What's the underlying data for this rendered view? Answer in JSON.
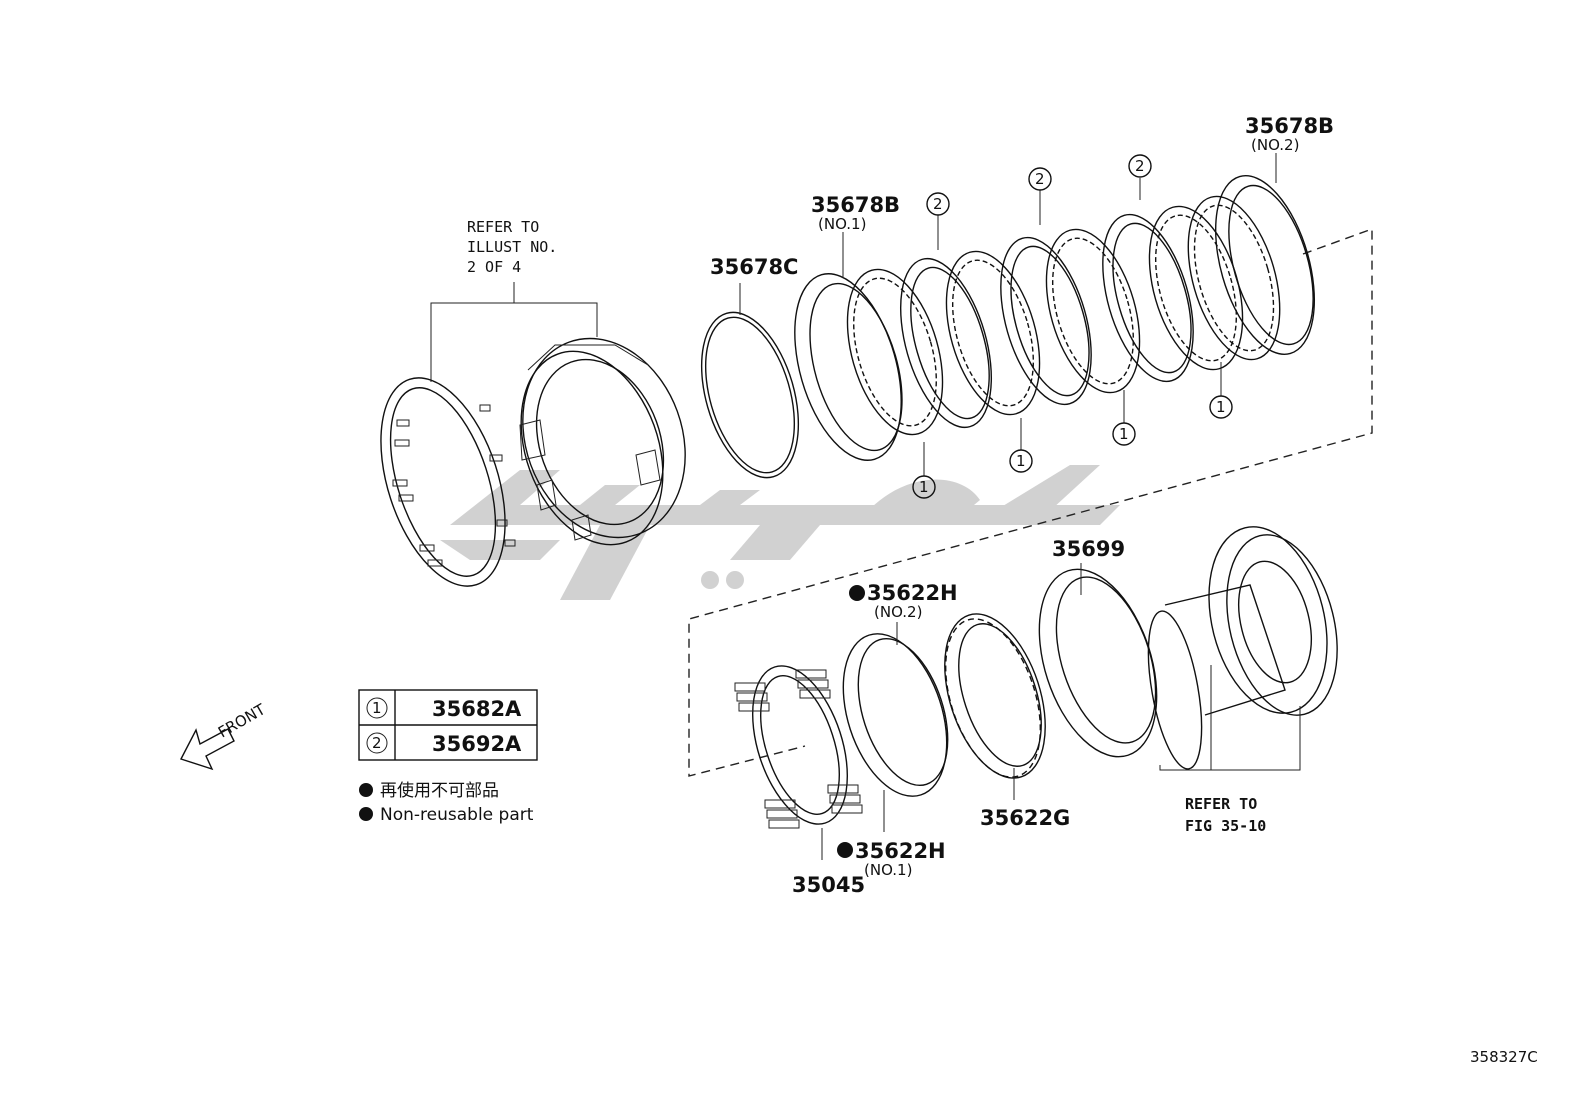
{
  "labels": {
    "refer_top": [
      "REFER TO",
      "ILLUST NO.",
      "2 OF 4"
    ],
    "refer_bottom": [
      "REFER TO",
      "FIG 35-10"
    ],
    "front": "FRONT",
    "drawing_code": "358327C"
  },
  "parts": {
    "p35678C": "35678C",
    "p35678B_1": "35678B",
    "p35678B_1_sub": "(NO.1)",
    "p35678B_2": "35678B",
    "p35678B_2_sub": "(NO.2)",
    "p35699": "35699",
    "p35622H_2": "35622H",
    "p35622H_2_sub": "(NO.2)",
    "p35622H_1": "35622H",
    "p35622H_1_sub": "(NO.1)",
    "p35622G": "35622G",
    "p35045": "35045"
  },
  "callouts": {
    "one": "1",
    "two": "2"
  },
  "legend_table": [
    {
      "mark": "1",
      "part": "35682A"
    },
    {
      "mark": "2",
      "part": "35692A"
    }
  ],
  "notes": {
    "cn": "再使用不可部品",
    "en": "Non-reusable part"
  }
}
